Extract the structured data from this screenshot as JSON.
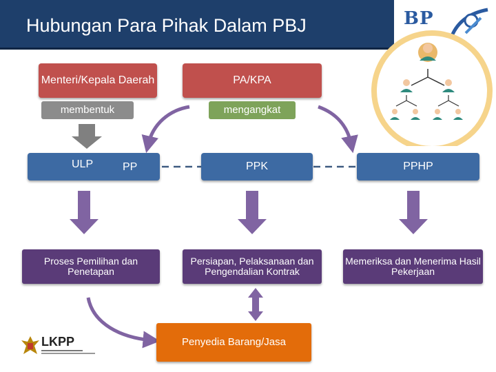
{
  "title": "Hubungan Para Pihak Dalam PBJ",
  "logos": {
    "top_right_text": "BP",
    "bottom_left_text": "LKPP"
  },
  "nodes": {
    "menteri": "Menteri/Kepala Daerah",
    "pa_kpa": "PA/KPA",
    "membentuk": "membentuk",
    "mengangkat": "mengangkat",
    "ulp": "ULP",
    "pp": "PP",
    "ppk": "PPK",
    "pphp": "PPHP",
    "proses": "Proses Pemilihan dan Penetapan",
    "persiapan": "Persiapan, Pelaksanaan dan Pengendalian Kontrak",
    "memeriksa": "Memeriksa dan Menerima Hasil Pekerjaan",
    "penyedia": "Penyedia Barang/Jasa"
  },
  "colors": {
    "title_bar": "#1e3f6b",
    "red_box": "#c0504d",
    "blue_box": "#3d6aa3",
    "purple_box": "#5a3b78",
    "orange_box": "#e36c0a",
    "green_label": "#7ea35a",
    "gray_label": "#8c8c8c",
    "arrow_purple": "#8064a2",
    "gold_circle": "#f6d48b"
  }
}
